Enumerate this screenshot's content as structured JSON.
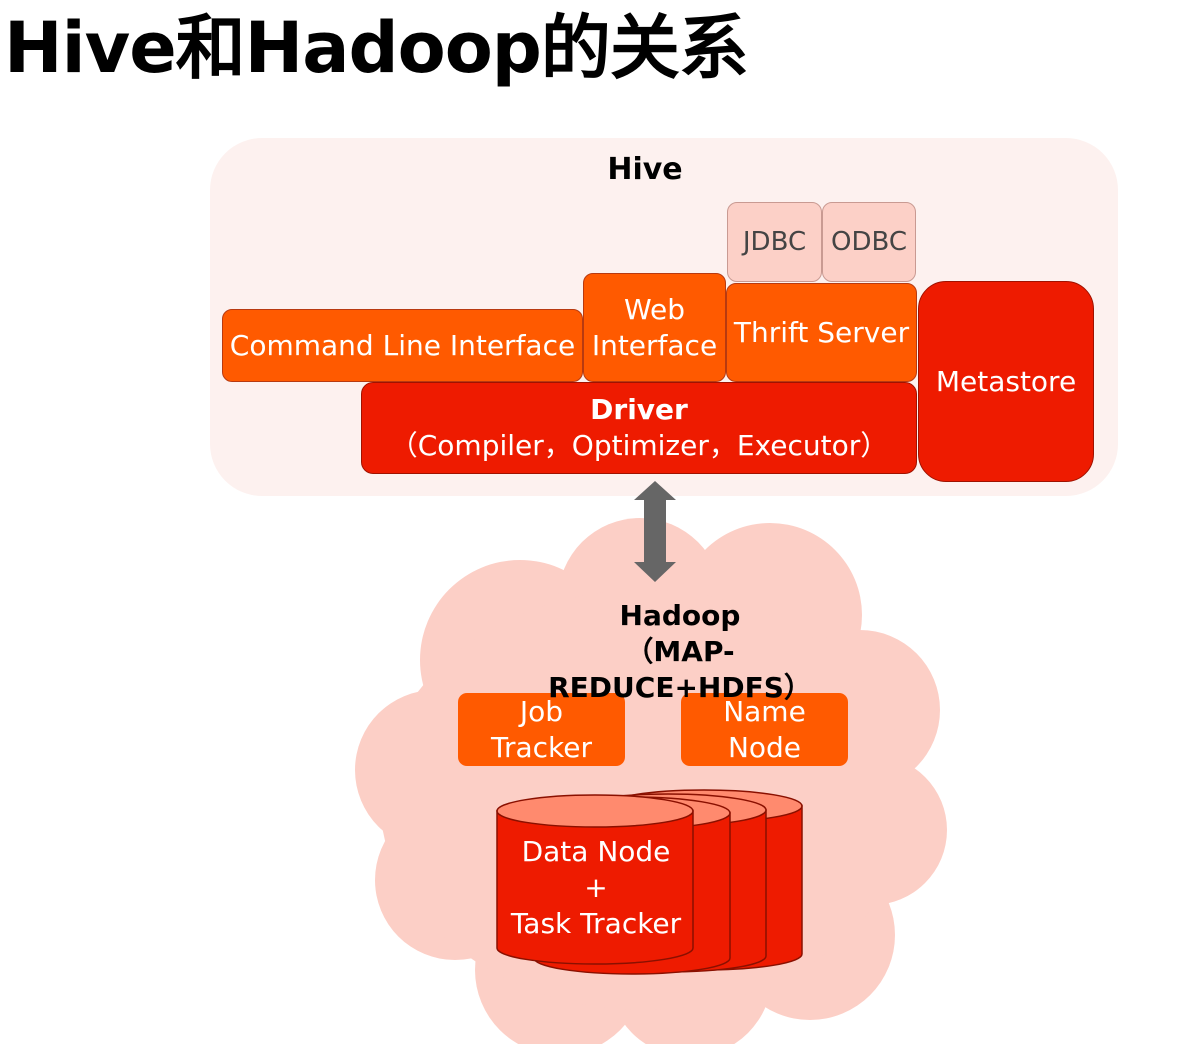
{
  "title": "Hive和Hadoop的关系",
  "hive": {
    "label": "Hive",
    "jdbc": "JDBC",
    "odbc": "ODBC",
    "cli": "Command Line Interface",
    "web_line1": "Web",
    "web_line2": "Interface",
    "thrift": "Thrift Server",
    "metastore": "Metastore",
    "driver_title": "Driver",
    "driver_sub": "（Compiler，Optimizer，Executor）"
  },
  "hadoop": {
    "title_line1": "Hadoop",
    "title_line2": "（MAP-REDUCE+HDFS）",
    "job_line1": "Job",
    "job_line2": "Tracker",
    "name_line1": "Name",
    "name_line2": "Node",
    "data_line1": "Data Node",
    "data_line2": "+",
    "data_line3": "Task Tracker"
  },
  "colors": {
    "orange": "#ff5a00",
    "red": "#ee1b00",
    "panel": "#fdf1ef",
    "cloud": "#fccfc6",
    "arrow": "#666666"
  }
}
